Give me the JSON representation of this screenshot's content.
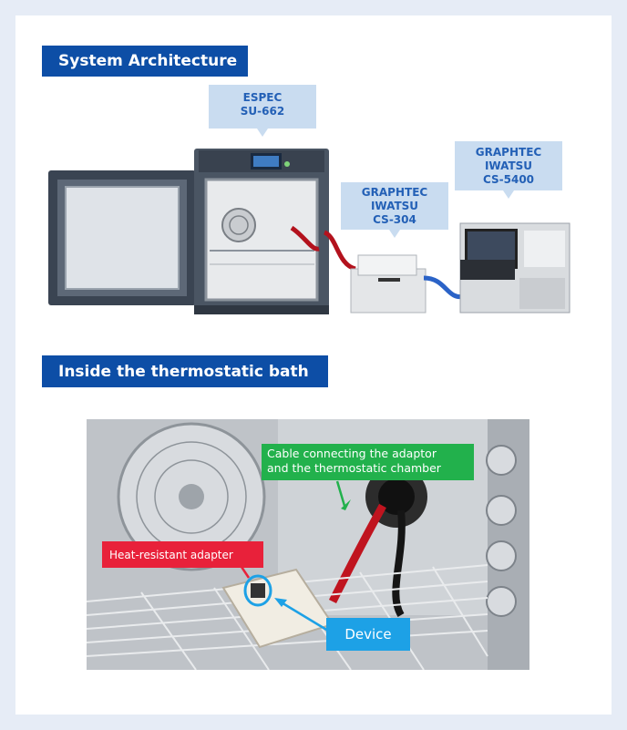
{
  "sections": {
    "architecture_title": "System Architecture",
    "bath_title": "Inside the thermostatic bath"
  },
  "callouts": {
    "espec": [
      "ESPEC",
      "SU-662"
    ],
    "cs304": [
      "GRAPHTEC",
      "IWATSU",
      "CS-304"
    ],
    "cs5400": [
      "GRAPHTEC",
      "IWATSU",
      "CS-5400"
    ]
  },
  "annotations": {
    "cable": [
      "Cable connecting the adaptor",
      "and the thermostatic chamber"
    ],
    "adapter": "Heat-resistant adapter",
    "device": "Device"
  },
  "colors": {
    "title_bg": "#0d4ea6",
    "callout_bg": "#c9dcf0",
    "callout_text": "#2360b6",
    "cable_label": "#22b14c",
    "adapter_label": "#e8213a",
    "device_label": "#1da1e6"
  }
}
